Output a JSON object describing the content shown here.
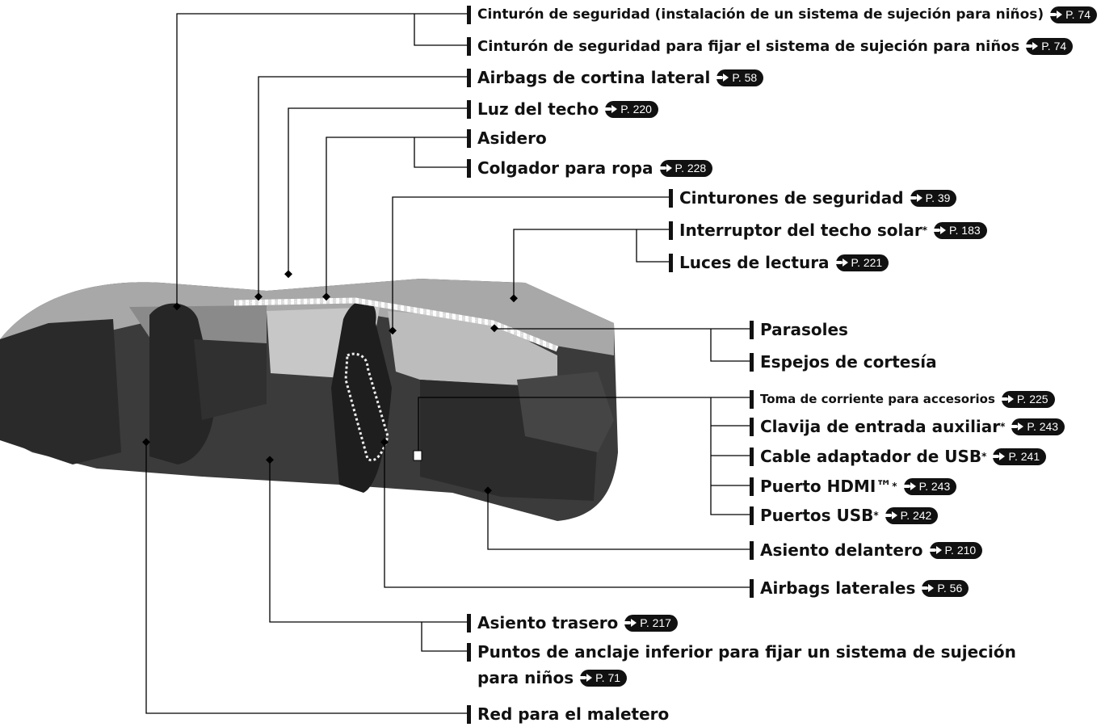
{
  "labels": [
    {
      "id": "cinturon-instalacion",
      "text": "Cinturón de seguridad (instalación de un sistema de sujeción para niños)",
      "page": "P. 74"
    },
    {
      "id": "cinturon-fijar",
      "text": "Cinturón de seguridad para fijar el sistema de sujeción para niños",
      "page": "P. 74"
    },
    {
      "id": "airbags-cortina",
      "text": "Airbags de cortina lateral",
      "page": "P. 58"
    },
    {
      "id": "luz-techo",
      "text": "Luz del techo",
      "page": "P. 220"
    },
    {
      "id": "asidero",
      "text": "Asidero",
      "page": ""
    },
    {
      "id": "colgador",
      "text": "Colgador para ropa",
      "page": "P. 228"
    },
    {
      "id": "cinturones",
      "text": "Cinturones de seguridad",
      "page": "P. 39"
    },
    {
      "id": "interruptor-techo",
      "text": "Interruptor del techo solar",
      "star": "*",
      "page": "P. 183"
    },
    {
      "id": "luces-lectura",
      "text": "Luces de lectura",
      "page": "P. 221"
    },
    {
      "id": "parasoles",
      "text": "Parasoles",
      "page": ""
    },
    {
      "id": "espejos",
      "text": "Espejos de cortesía",
      "page": ""
    },
    {
      "id": "toma-corriente",
      "text": "Toma de corriente para accesorios",
      "page": "P. 225"
    },
    {
      "id": "clavija",
      "text": "Clavija de entrada auxiliar",
      "star": "*",
      "page": "P. 243"
    },
    {
      "id": "cable-usb",
      "text": "Cable adaptador de USB",
      "star": "*",
      "page": "P. 241"
    },
    {
      "id": "hdmi",
      "text": "Puerto HDMI™",
      "star": "*",
      "page": "P. 243"
    },
    {
      "id": "puertos-usb",
      "text": "Puertos USB",
      "star": "*",
      "page": "P. 242"
    },
    {
      "id": "asiento-delantero",
      "text": "Asiento delantero",
      "page": "P. 210"
    },
    {
      "id": "airbags-laterales",
      "text": "Airbags laterales",
      "page": "P. 56"
    },
    {
      "id": "asiento-trasero",
      "text": "Asiento trasero",
      "page": "P. 217"
    },
    {
      "id": "puntos-anclaje",
      "text": "Puntos de anclaje inferior para fijar un sistema de sujeción",
      "page": ""
    },
    {
      "id": "red-maletero",
      "text": "Red para el maletero",
      "page": ""
    }
  ],
  "continuation": {
    "text": "para niños",
    "page": "P. 71"
  }
}
